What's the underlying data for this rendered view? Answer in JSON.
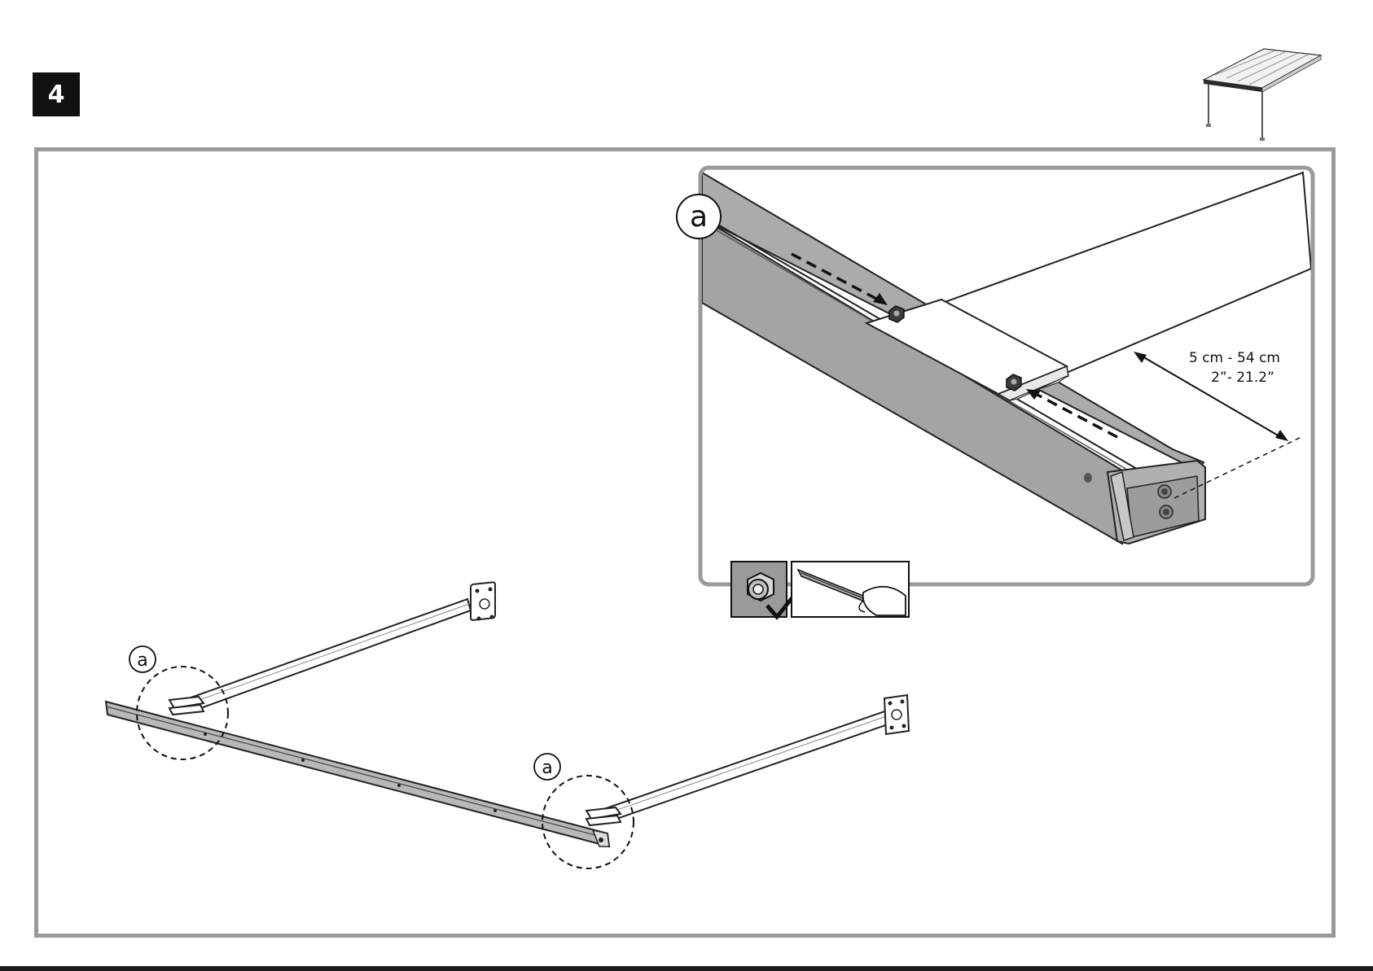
{
  "step": {
    "number": "4"
  },
  "detail": {
    "callout_label": "a",
    "dimension_metric": "5 cm - 54 cm",
    "dimension_imperial": "2”- 21.2”"
  },
  "assembly": {
    "callout_left": "a",
    "callout_right": "a"
  },
  "icons": {
    "overview": "pergola-overview-icon",
    "nut": "nut-tighten-icon",
    "slide": "hand-slide-icon",
    "check": "checkmark-icon"
  }
}
